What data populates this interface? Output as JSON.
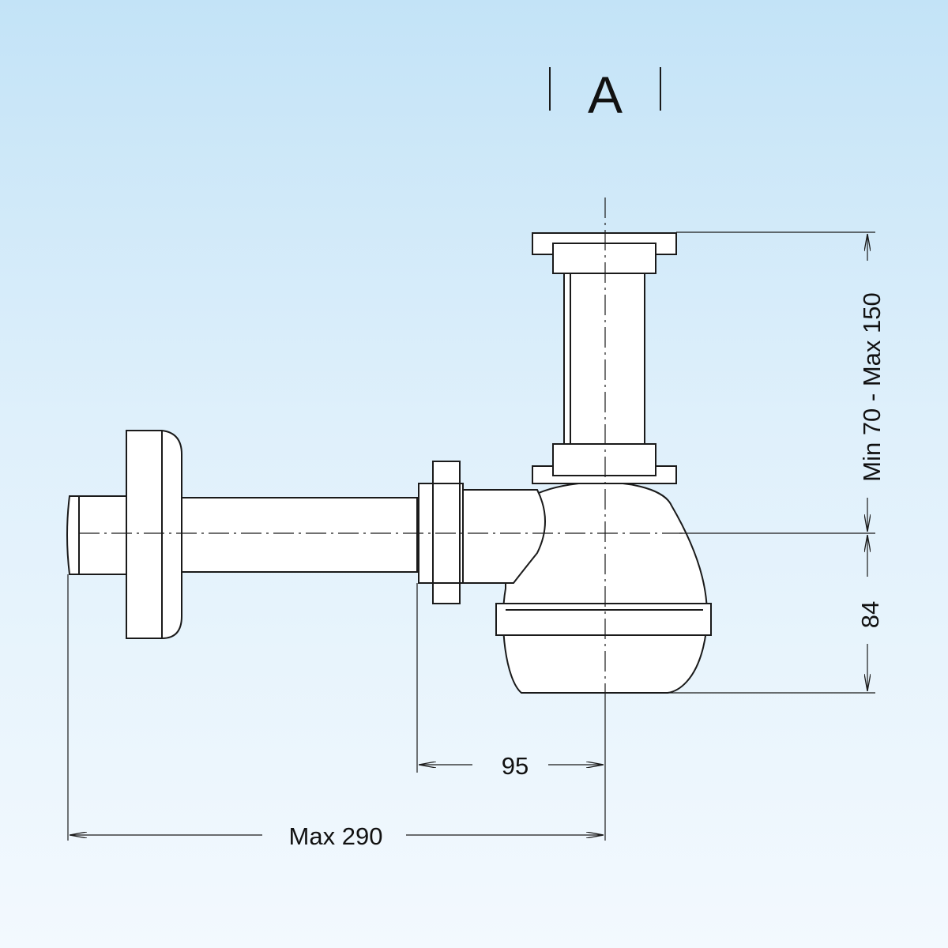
{
  "view_label": "A",
  "dimensions": {
    "vertical_range": "Min 70 - Max 150",
    "bowl_height": "84",
    "inlet_offset": "95",
    "wall_outlet_max": "Max 290"
  },
  "colors": {
    "line": "#1a1a1a",
    "fill": "#ffffff",
    "background_top": "#c3e3f7",
    "background_bottom": "#f3f9fe"
  }
}
